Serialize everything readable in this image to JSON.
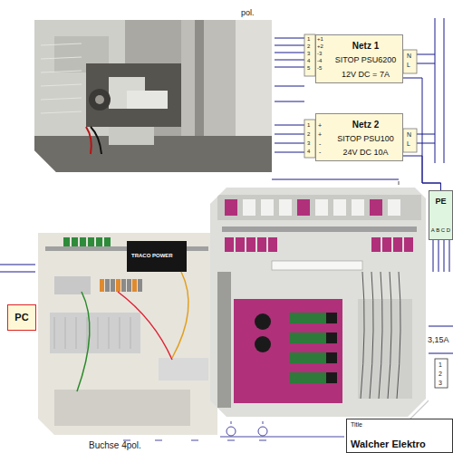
{
  "diagram": {
    "nodes": [
      {
        "text": [
          "Netz 1",
          "SITOP PSU6200",
          "12V DC = 7A"
        ]
      },
      {
        "text": [
          "Netz 2",
          "SITOP PSU100",
          "24V DC 10A"
        ]
      },
      {
        "text": [
          "PE",
          "A B C D"
        ]
      },
      {
        "text": [
          "PC"
        ]
      },
      {
        "text": [
          "Title",
          "Walcher Elektro"
        ]
      }
    ],
    "edges": [
      {
        "from": 0,
        "to": 2,
        "arrow": "none"
      },
      {
        "from": 1,
        "to": 2,
        "arrow": "none"
      }
    ],
    "labels": [
      "pol.",
      "+1",
      "+2",
      "-3",
      "-4",
      "-5",
      "1",
      "2",
      "3",
      "4",
      "5",
      "N",
      "L",
      "+",
      "+",
      "-",
      "-",
      "1",
      "2",
      "3",
      "4",
      "N",
      "L",
      "3,15A",
      "1",
      "2",
      "3",
      "Buchse 4pol.",
      "TRACO POWER"
    ]
  }
}
